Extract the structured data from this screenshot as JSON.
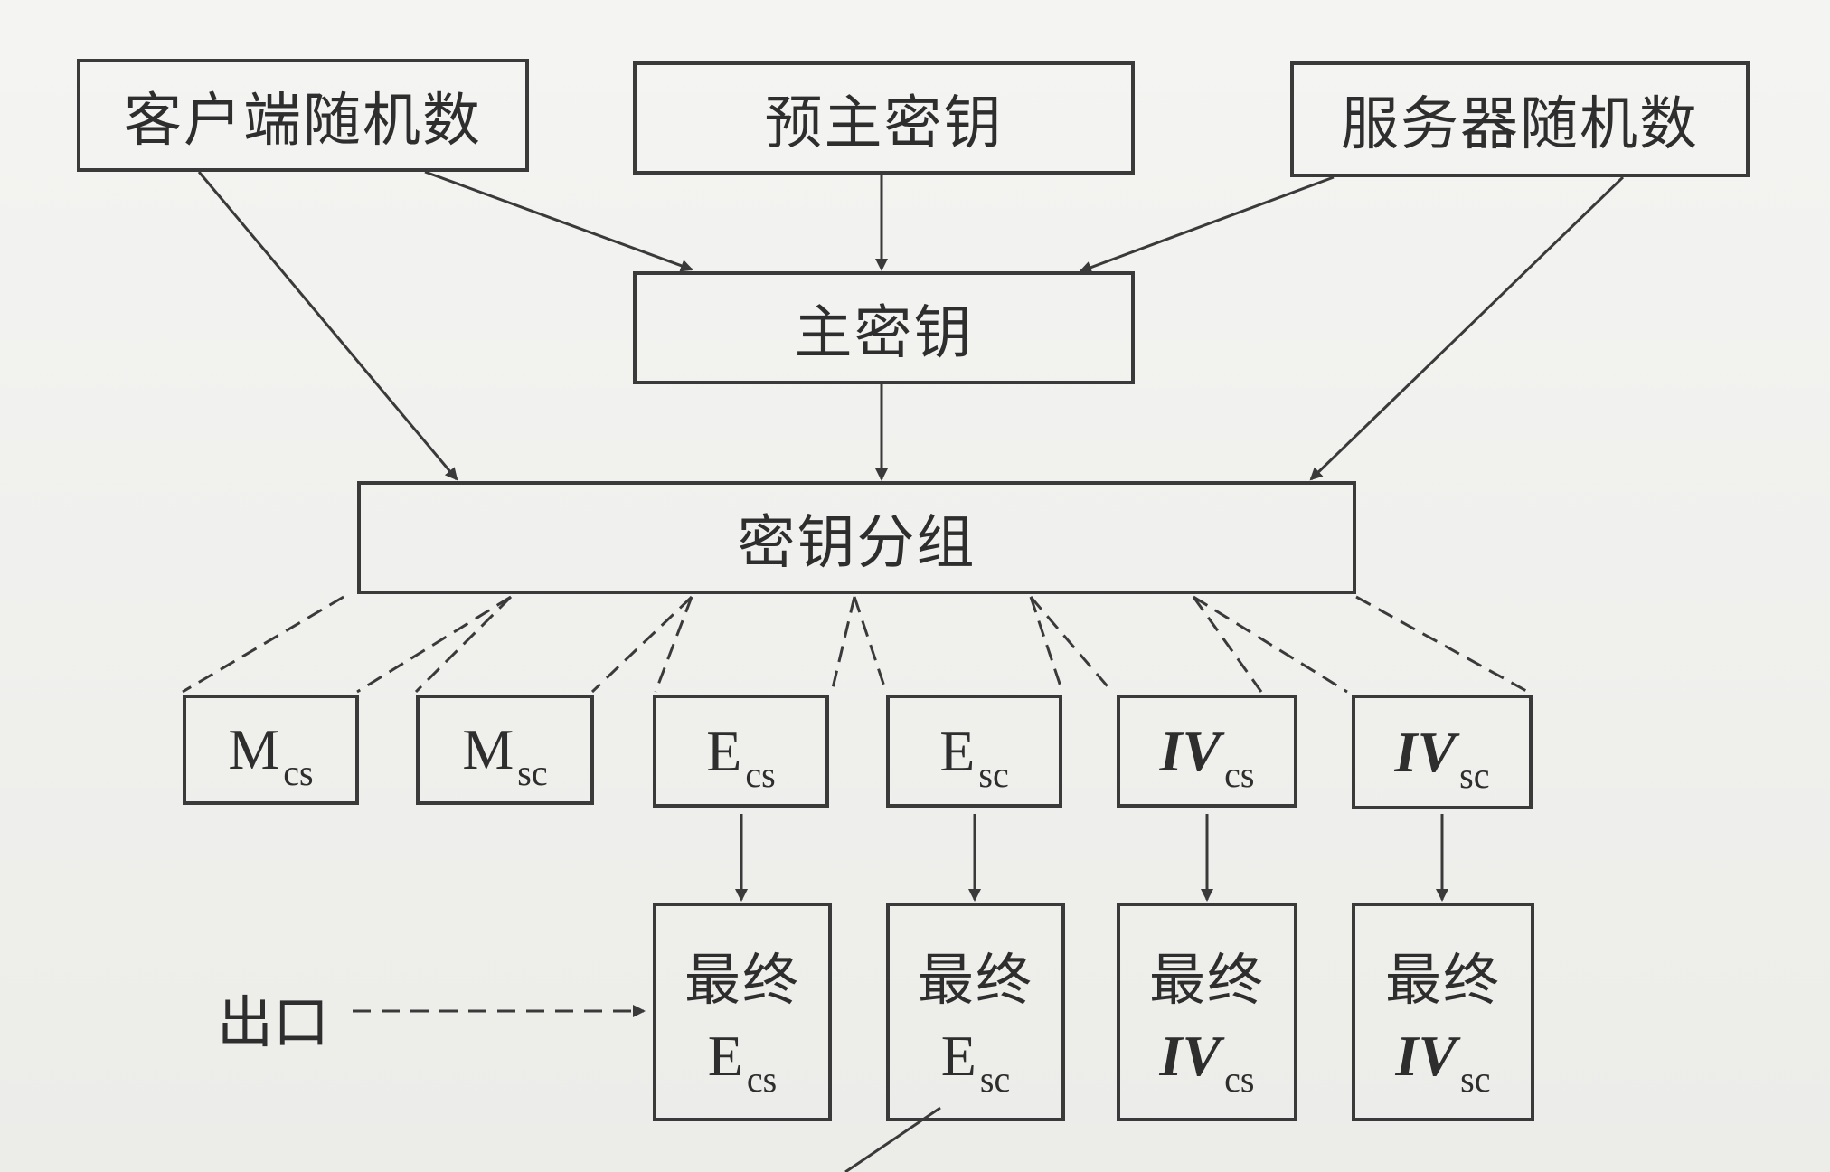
{
  "inputs": {
    "client_random": "客户端随机数",
    "pre_master_key": "预主密钥",
    "server_random": "服务器随机数"
  },
  "master_key": "主密钥",
  "key_block": "密钥分组",
  "keys": [
    {
      "main": "M",
      "sub": "cs",
      "italic": false
    },
    {
      "main": "M",
      "sub": "sc",
      "italic": false
    },
    {
      "main": "E",
      "sub": "cs",
      "italic": false
    },
    {
      "main": "E",
      "sub": "sc",
      "italic": false
    },
    {
      "main": "IV",
      "sub": "cs",
      "italic": true
    },
    {
      "main": "IV",
      "sub": "sc",
      "italic": true
    }
  ],
  "finals": [
    {
      "label": "最终",
      "main": "E",
      "sub": "cs",
      "italic": false
    },
    {
      "label": "最终",
      "main": "E",
      "sub": "sc",
      "italic": false
    },
    {
      "label": "最终",
      "main": "IV",
      "sub": "cs",
      "italic": true
    },
    {
      "label": "最终",
      "main": "IV",
      "sub": "sc",
      "italic": true
    }
  ],
  "exit_label": "出口"
}
